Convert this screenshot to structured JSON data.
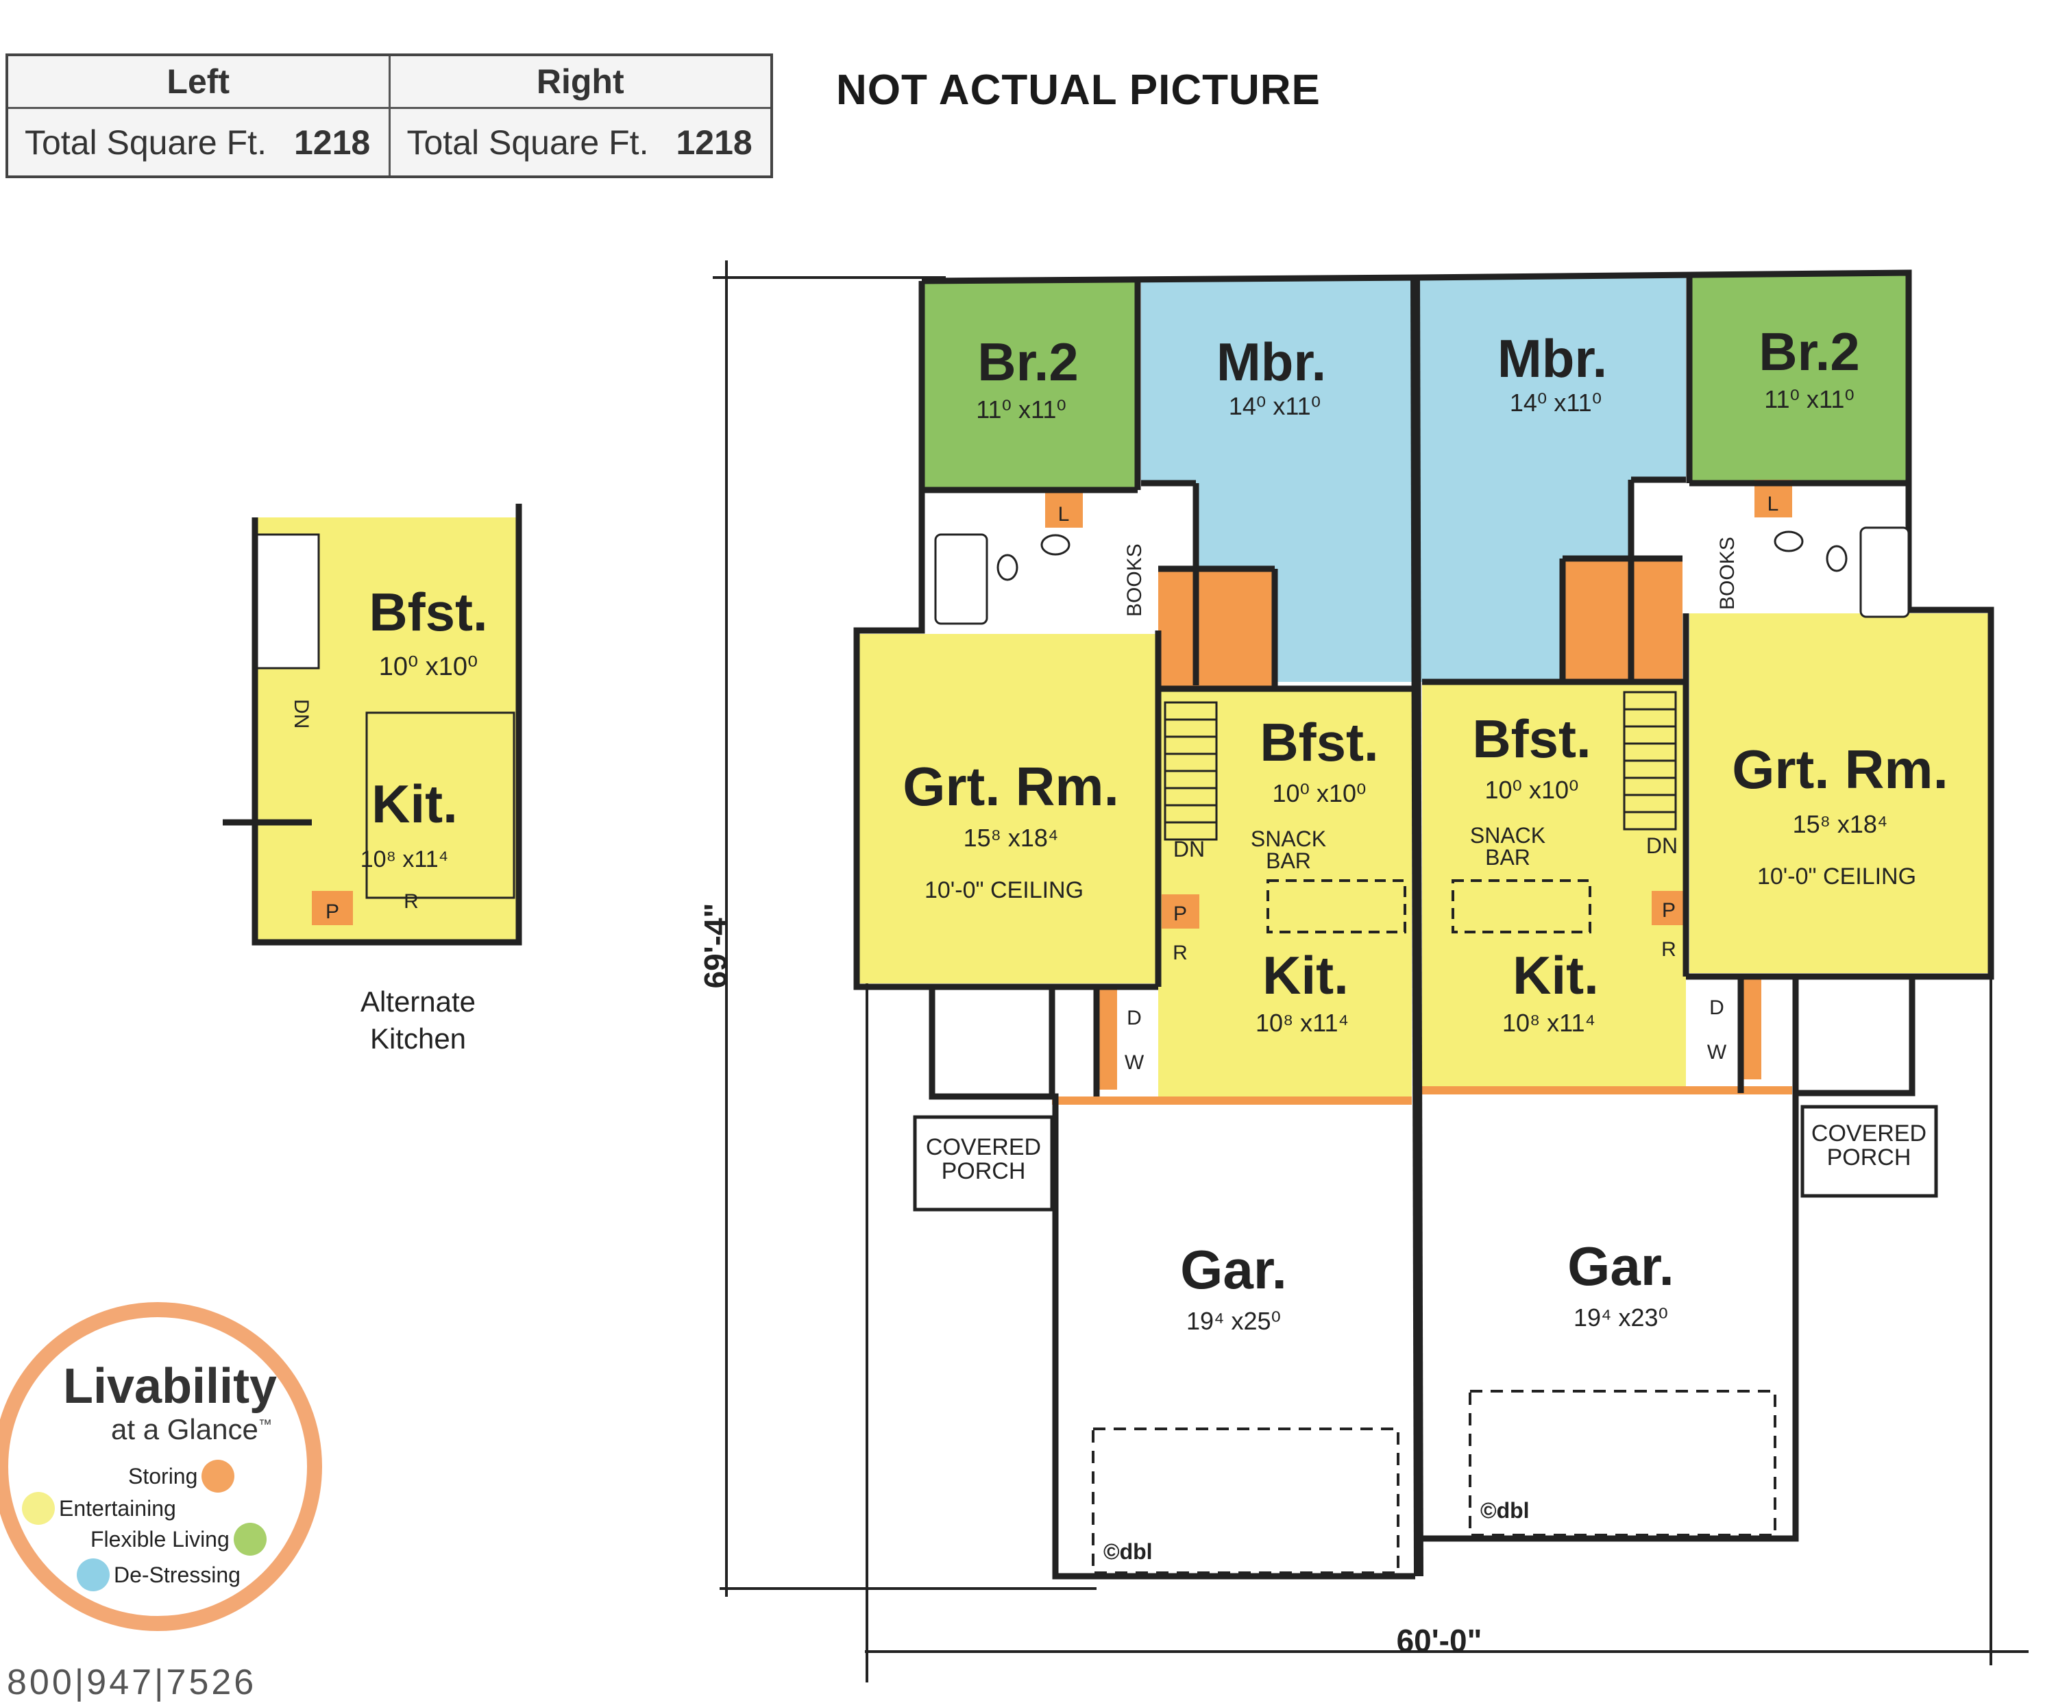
{
  "sqft_table": {
    "left_header": "Left",
    "right_header": "Right",
    "left_label": "Total Square Ft.",
    "left_value": "1218",
    "right_label": "Total Square Ft.",
    "right_value": "1218"
  },
  "notice": "NOT ACTUAL PICTURE",
  "dimensions": {
    "depth": "69'-4\"",
    "width": "60'-0\""
  },
  "alternate_kitchen": {
    "caption_line1": "Alternate",
    "caption_line2": "Kitchen",
    "bfst_name": "Bfst.",
    "bfst_size": "10⁰ x10⁰",
    "kit_name": "Kit.",
    "kit_size": "10⁸ x11⁴",
    "dn": "DN",
    "pantry": "P",
    "fridge": "R"
  },
  "left_unit": {
    "br2_name": "Br.2",
    "br2_size": "11⁰ x11⁰",
    "mbr_name": "Mbr.",
    "mbr_size": "14⁰ x11⁰",
    "grt_name": "Grt. Rm.",
    "grt_size": "15⁸ x18⁴",
    "grt_ceiling": "10'-0\" CEILING",
    "bfst_name": "Bfst.",
    "bfst_size": "10⁰ x10⁰",
    "kit_name": "Kit.",
    "kit_size": "10⁸ x11⁴",
    "gar_name": "Gar.",
    "gar_size": "19⁴ x25⁰",
    "snack_bar_1": "SNACK",
    "snack_bar_2": "BAR",
    "books": "BOOKS",
    "dn": "DN",
    "laundry": "L",
    "pantry": "P",
    "fridge": "R",
    "d_label": "D",
    "w_label": "W",
    "porch_1": "COVERED",
    "porch_2": "PORCH",
    "copyright": "©dbl"
  },
  "right_unit": {
    "br2_name": "Br.2",
    "br2_size": "11⁰ x11⁰",
    "mbr_name": "Mbr.",
    "mbr_size": "14⁰ x11⁰",
    "grt_name": "Grt. Rm.",
    "grt_size": "15⁸ x18⁴",
    "grt_ceiling": "10'-0\" CEILING",
    "bfst_name": "Bfst.",
    "bfst_size": "10⁰ x10⁰",
    "kit_name": "Kit.",
    "kit_size": "10⁸ x11⁴",
    "gar_name": "Gar.",
    "gar_size": "19⁴ x23⁰",
    "snack_bar_1": "SNACK",
    "snack_bar_2": "BAR",
    "books": "BOOKS",
    "dn": "DN",
    "laundry": "L",
    "pantry": "P",
    "fridge": "R",
    "d_label": "D",
    "w_label": "W",
    "porch_1": "COVERED",
    "porch_2": "PORCH",
    "copyright": "©dbl"
  },
  "livability": {
    "title": "Livability",
    "subtitle": "at a Glance",
    "tm": "™",
    "storing": "Storing",
    "entertaining": "Entertaining",
    "flexible": "Flexible Living",
    "destressing": "De-Stressing",
    "colors": {
      "storing": "#f4a460",
      "entertaining": "#f5f08a",
      "flexible": "#a8d06a",
      "destressing": "#8fd0e6"
    }
  },
  "phone": "800|947|7526",
  "colors": {
    "green": "#8dc262",
    "blue": "#a7d8e8",
    "yellow": "#f6ef78",
    "orange": "#f39a4c",
    "wall": "#222222"
  }
}
